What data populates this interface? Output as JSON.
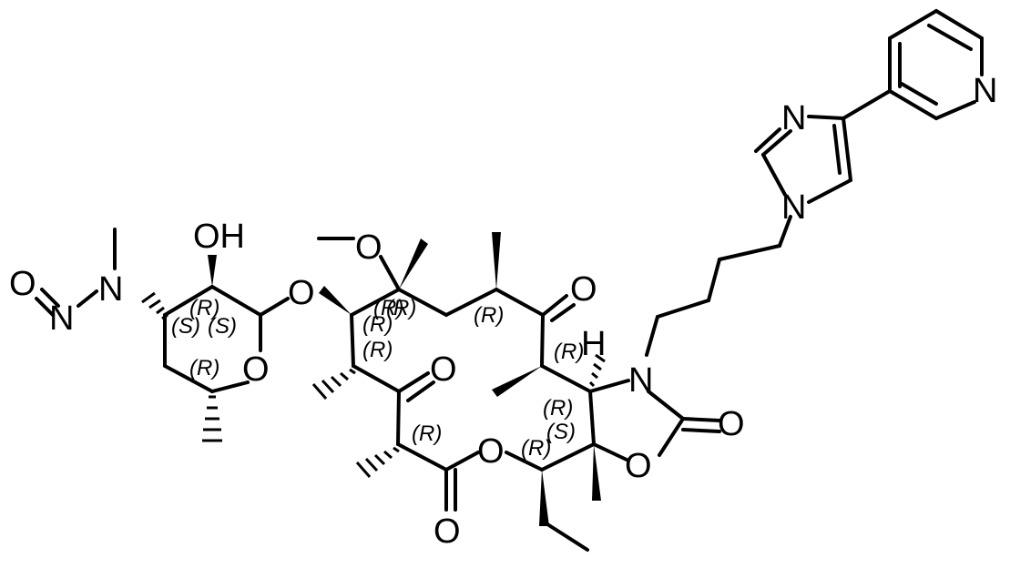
{
  "diagram": {
    "type": "chemical-structure",
    "atom_labels": [
      {
        "id": "pyridine-n",
        "text": "N"
      },
      {
        "id": "imidazole-n3",
        "text": "N"
      },
      {
        "id": "imidazole-n1",
        "text": "N"
      },
      {
        "id": "hydroxyl",
        "text": "OH"
      },
      {
        "id": "methoxy-o",
        "text": "O"
      },
      {
        "id": "nitroso-o",
        "text": "O"
      },
      {
        "id": "nitrosamine-n",
        "text": "N"
      },
      {
        "id": "amine-n",
        "text": "N"
      },
      {
        "id": "glycoside-o",
        "text": "O"
      },
      {
        "id": "ketone-o",
        "text": "O"
      },
      {
        "id": "ring-o",
        "text": "O"
      },
      {
        "id": "ketone2-o",
        "text": "O"
      },
      {
        "id": "carbamate-n",
        "text": "N"
      },
      {
        "id": "carbamate-h",
        "text": "H"
      },
      {
        "id": "carbonyl-o",
        "text": "O"
      },
      {
        "id": "lactone-o",
        "text": "O"
      },
      {
        "id": "oxazolidinone-o",
        "text": "O"
      },
      {
        "id": "ester-o",
        "text": "O"
      }
    ],
    "stereo_labels": [
      {
        "id": "s1",
        "text": "(R)"
      },
      {
        "id": "s2",
        "text": "(S)"
      },
      {
        "id": "s3",
        "text": "(S)"
      },
      {
        "id": "s4",
        "text": "(R)"
      },
      {
        "id": "s5",
        "text": "(R)"
      },
      {
        "id": "s6",
        "text": "(R)"
      },
      {
        "id": "s7",
        "text": "(R)"
      },
      {
        "id": "s8",
        "text": "(R)"
      },
      {
        "id": "s9",
        "text": "(R)"
      },
      {
        "id": "s10",
        "text": "(R)"
      },
      {
        "id": "s11",
        "text": "(R)"
      },
      {
        "id": "s12",
        "text": "(S)"
      },
      {
        "id": "s13",
        "text": "(R)"
      },
      {
        "id": "s14",
        "text": "(R)"
      }
    ]
  }
}
